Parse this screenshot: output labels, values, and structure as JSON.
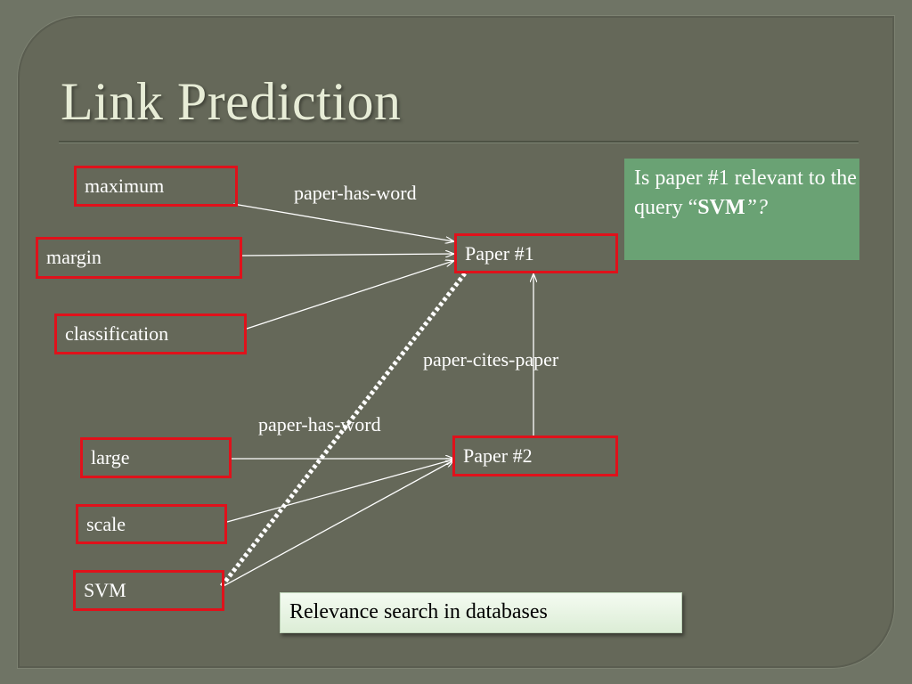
{
  "slide": {
    "title": "Link Prediction",
    "nodes": {
      "maximum": "maximum",
      "margin": "margin",
      "classification": "classification",
      "large": "large",
      "scale": "scale",
      "svm": "SVM",
      "paper1": "Paper #1",
      "paper2": "Paper #2"
    },
    "edge_labels": {
      "has_word_top": "paper-has-word",
      "cites": "paper-cites-paper",
      "has_word_bottom": "paper-has-word"
    },
    "question": {
      "prefix": "Is paper #1 relevant to the query “",
      "keyword": "SVM",
      "suffix": "”?"
    },
    "callout": "Relevance search in databases"
  },
  "colors": {
    "background": "#656859",
    "node_border": "#e0111b",
    "question_fill": "#6aa274",
    "edge": "#ffffff"
  }
}
